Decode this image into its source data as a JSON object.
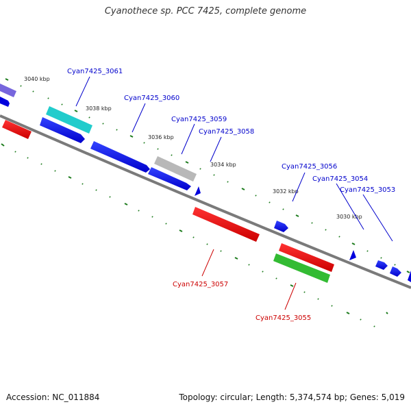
{
  "title": "Cyanothece sp. PCC 7425, complete genome",
  "accession": "Accession: NC_011884",
  "summary": "Topology: circular; Length: 5,374,574 bp; Genes: 5,019",
  "colors": {
    "backbone": "#808080",
    "tick": "#1a7a1a",
    "forward_gene": "#0000ee",
    "reverse_gene": "#ee0000",
    "highlight_cyan": "#22cccc",
    "highlight_gray": "#b8b8b8",
    "highlight_green": "#33bb33",
    "highlight_purple": "#7766dd",
    "label_forward": "#0000cc",
    "label_reverse": "#cc0000"
  },
  "scale_labels": [
    "3040 kbp",
    "3038 kbp",
    "3036 kbp",
    "3034 kbp",
    "3032 kbp",
    "3030 kbp"
  ],
  "gene_labels": [
    {
      "text": "Cyan7425_3061",
      "strand": "forward"
    },
    {
      "text": "Cyan7425_3060",
      "strand": "forward"
    },
    {
      "text": "Cyan7425_3059",
      "strand": "forward"
    },
    {
      "text": "Cyan7425_3058",
      "strand": "forward"
    },
    {
      "text": "Cyan7425_3056",
      "strand": "forward"
    },
    {
      "text": "Cyan7425_3054",
      "strand": "forward"
    },
    {
      "text": "Cyan7425_3053",
      "strand": "forward"
    },
    {
      "text": "Cyan7425_3057",
      "strand": "reverse"
    },
    {
      "text": "Cyan7425_3055",
      "strand": "reverse"
    }
  ]
}
